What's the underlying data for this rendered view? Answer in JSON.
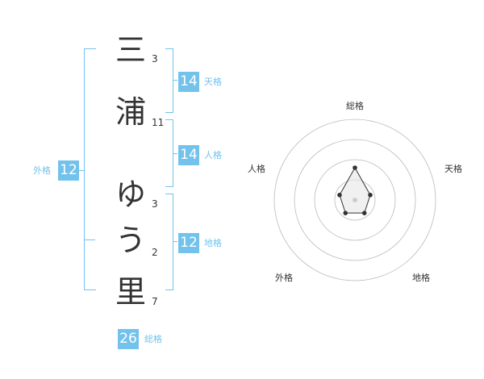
{
  "name": {
    "chars": [
      {
        "char": "三",
        "strokes": "3"
      },
      {
        "char": "浦",
        "strokes": "11"
      },
      {
        "char": "ゆ",
        "strokes": "3"
      },
      {
        "char": "う",
        "strokes": "2"
      },
      {
        "char": "里",
        "strokes": "7"
      }
    ]
  },
  "fortune": {
    "tenkaku": {
      "value": "14",
      "label": "天格"
    },
    "jinkaku": {
      "value": "14",
      "label": "人格"
    },
    "chikaku": {
      "value": "12",
      "label": "地格"
    },
    "gaikaku": {
      "value": "12",
      "label": "外格"
    },
    "soukaku": {
      "value": "26",
      "label": "総格"
    }
  },
  "radar": {
    "axes": [
      "総格",
      "天格",
      "地格",
      "外格",
      "人格"
    ],
    "rings": 4,
    "values": [
      2,
      1,
      1,
      1,
      1
    ],
    "max": 5,
    "colors": {
      "ring": "#bbbbbb",
      "fill": "#e6e6e6",
      "line": "#333333",
      "center": "#cccccc"
    }
  }
}
